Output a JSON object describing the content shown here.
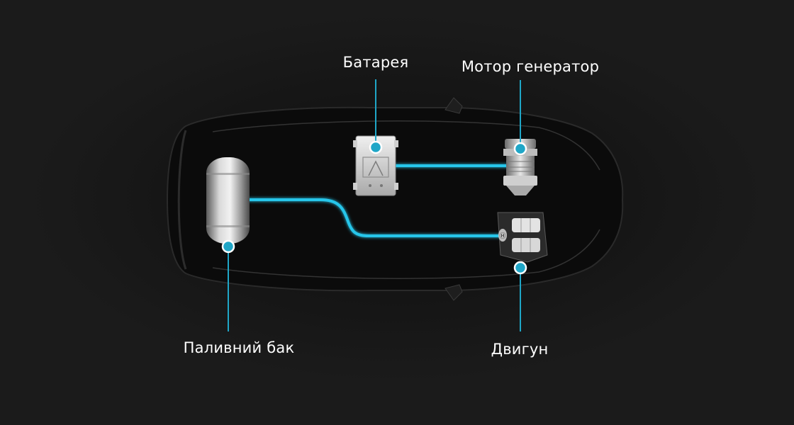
{
  "labels": {
    "battery": "Батарея",
    "motor_generator": "Мотор генератор",
    "fuel_tank": "Паливний бак",
    "engine": "Двигун"
  },
  "colors": {
    "accent": "#1fa6c7",
    "line_glow": "#27c6ea",
    "text": "#ffffff",
    "background": "#1a1a1a"
  }
}
